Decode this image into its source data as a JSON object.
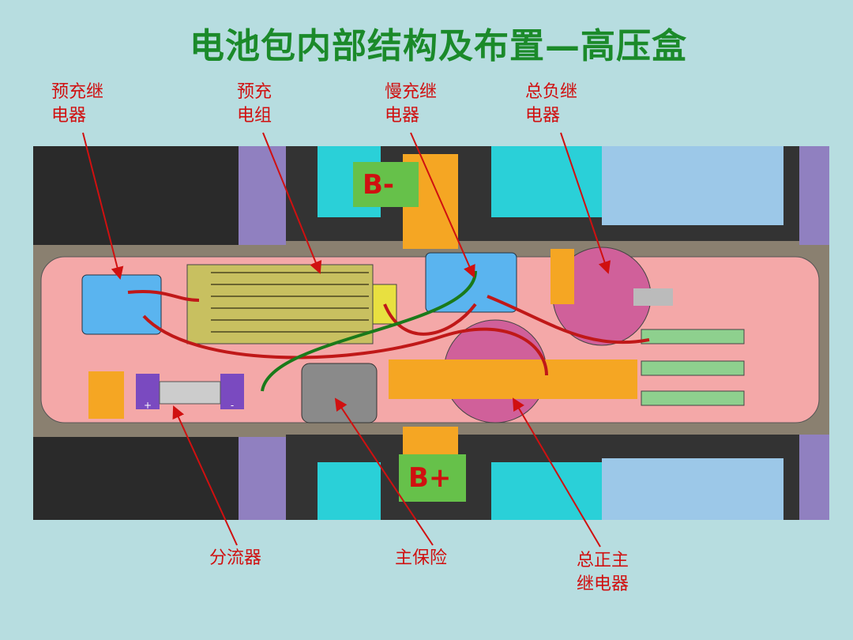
{
  "title": "电池包内部结构及布置—高压盒",
  "labels": {
    "precharge_relay": [
      "预充继",
      "电器"
    ],
    "precharge_resistor": [
      "预充",
      "电组"
    ],
    "slow_charge_relay": [
      "慢充继",
      "电器"
    ],
    "main_negative_relay": [
      "总负继",
      "电器"
    ],
    "shunt": "分流器",
    "main_fuse": "主保险",
    "main_positive_relay": [
      "总正主",
      "继电器"
    ]
  },
  "terminals": {
    "negative": "B-",
    "positive": "B+"
  },
  "shunt_marks": {
    "plus": "+",
    "minus": "-"
  },
  "colors": {
    "background": "#b7dde0",
    "title": "#1b8a2a",
    "label": "#d01010",
    "board": "#f4a8a8",
    "relay": "#5ab4ef",
    "contactor": "#d0609a",
    "busbar": "#f5a623"
  }
}
